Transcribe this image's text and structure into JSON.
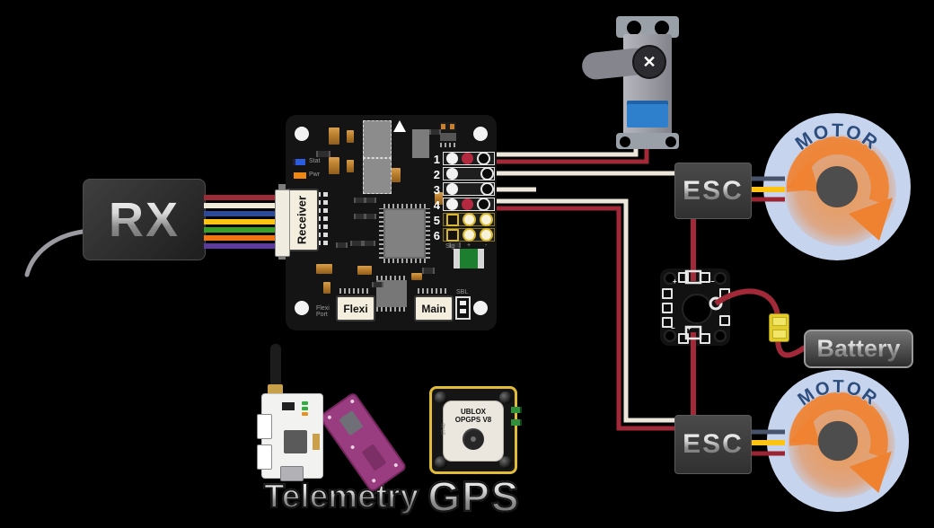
{
  "rx": {
    "label": "RX"
  },
  "flight_controller": {
    "receiver_port_label": "Receiver",
    "status_led_label": "Stat",
    "power_led_label": "Pwr",
    "output_pins": [
      "1",
      "2",
      "3",
      "4",
      "5",
      "6"
    ],
    "pin_row_labels": {
      "sig": "Sig",
      "plus": "+",
      "minus": "-"
    },
    "flexi_port_label": "Flexi",
    "main_port_label": "Main",
    "flexi_port_caption_line1": "Flexi",
    "flexi_port_caption_line2": "Port",
    "sbl_label": "SBL"
  },
  "servo": {
    "screw_glyph": "✕"
  },
  "esc_top": {
    "label": "ESC"
  },
  "esc_bottom": {
    "label": "ESC"
  },
  "motor_top": {
    "label": "MOTOR"
  },
  "motor_bottom": {
    "label": "MOTOR"
  },
  "battery": {
    "label": "Battery"
  },
  "telemetry": {
    "label": "Telemetry"
  },
  "gps": {
    "label": "GPS",
    "module_text_line1": "UBLOX",
    "module_text_line2": "OPGPS V8",
    "antenna_side_label": "ST-40"
  },
  "colors": {
    "wire_signal_white": "#ece7da",
    "wire_power_red": "#a22938",
    "motor_wire_yellow": "#ffc413",
    "motor_wire_navy": "#47536b",
    "motor_wire_darkred": "#9c2433",
    "motor_body_blue": "#c7d4ee",
    "motor_accent_orange": "#ef8230",
    "motor_label_blue": "#2d4d7c",
    "battery_connector_yellow": "#e3cd2d",
    "stat_led_blue": "#2b5ce0",
    "pwr_led_orange": "#ee8811",
    "gps_border_yellow": "#e0bc38",
    "telemetry_board_purple": "#9a3c80",
    "ribbon_colors": [
      "#9c2b35",
      "#efe9d8",
      "#2b4a9c",
      "#ffc413",
      "#36a127",
      "#f07412",
      "#5c3a9e"
    ]
  }
}
